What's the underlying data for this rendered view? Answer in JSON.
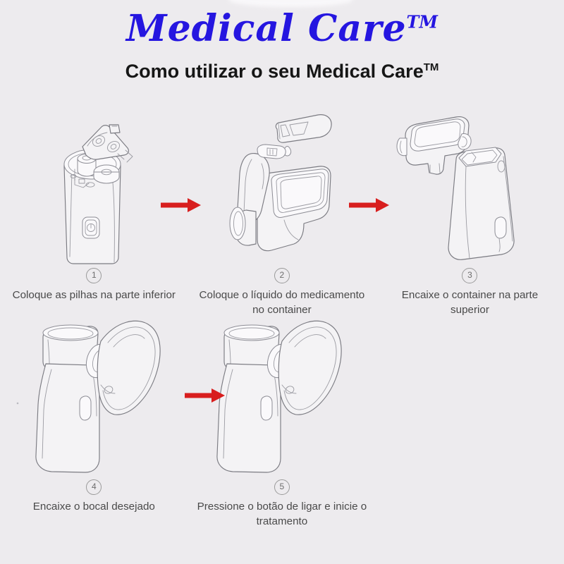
{
  "page": {
    "background_color": "#edebee",
    "language": "pt-BR"
  },
  "header": {
    "brand_title": "Medical Care",
    "brand_trademark": "TM",
    "brand_color": "#2516e0",
    "subtitle": "Como utilizar o seu Medical Care",
    "subtitle_trademark": "TM",
    "subtitle_color": "#161616"
  },
  "arrows": {
    "color": "#d81e1e",
    "direction": "right",
    "count": 3
  },
  "steps": [
    {
      "number": "1",
      "caption": "Coloque as pilhas na parte inferior",
      "illustration": "nebulizer-battery-compartment-open"
    },
    {
      "number": "2",
      "caption": "Coloque o líquido do medicamento no container",
      "illustration": "medication-container-with-ampoule"
    },
    {
      "number": "3",
      "caption": "Encaixe o container na parte superior",
      "illustration": "container-attaching-to-body"
    },
    {
      "number": "4",
      "caption": "Encaixe o bocal desejado",
      "illustration": "nebulizer-with-face-mask"
    },
    {
      "number": "5",
      "caption": "Pressione o botão de ligar e inicie o tratamento",
      "illustration": "nebulizer-with-face-mask-power-on"
    }
  ],
  "icons": {
    "power_button": "power-icon",
    "arrow": "arrow-right-icon"
  }
}
